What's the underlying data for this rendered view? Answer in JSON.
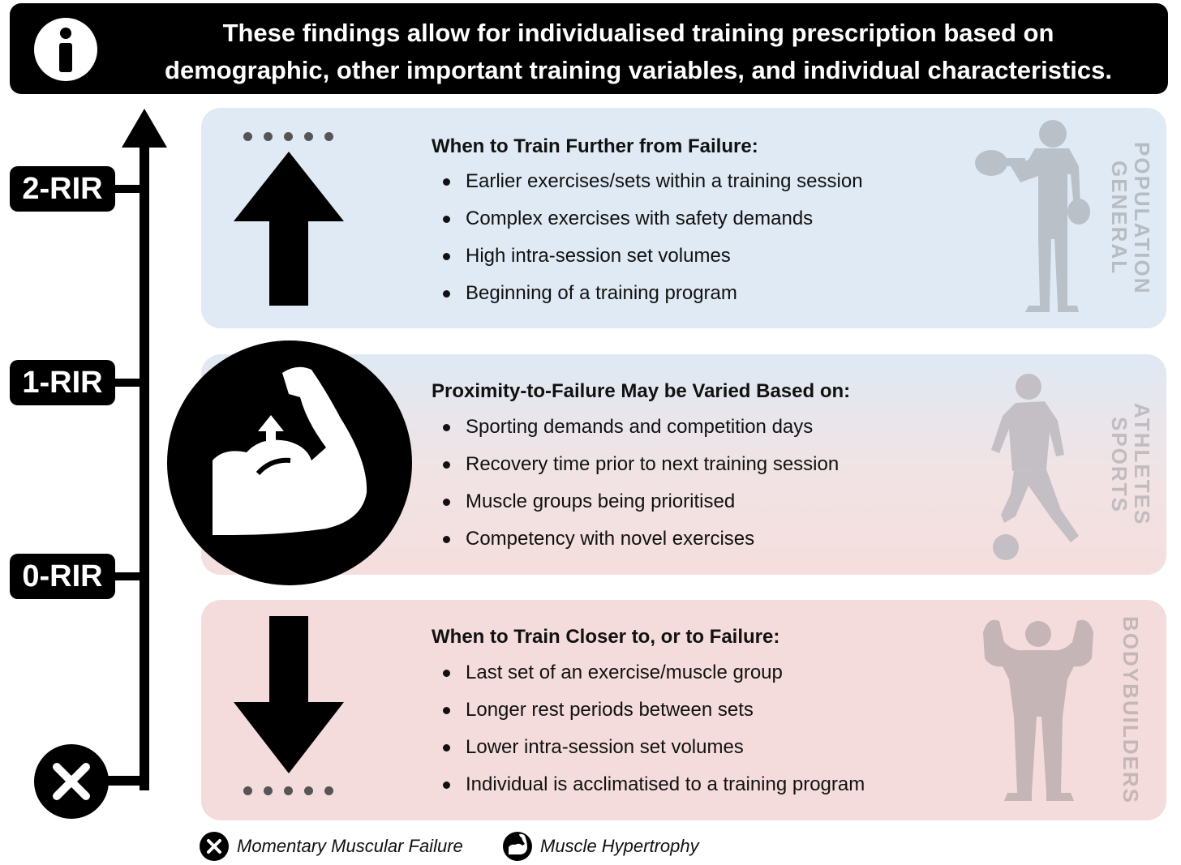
{
  "banner": {
    "icon": "info-icon",
    "line1": "These findings allow for individualised training prescription based on",
    "line2": "demographic, other important training variables, and individual characteristics."
  },
  "scale": {
    "labels": [
      "2-RIR",
      "1-RIR",
      "0-RIR"
    ],
    "failure_icon": "x-icon"
  },
  "panels": {
    "top": {
      "title": "When to Train Further from Failure:",
      "items": [
        "Earlier exercises/sets within a training session",
        "Complex exercises with safety demands",
        "High intra-session set volumes",
        "Beginning of a training program"
      ],
      "side_label_1": "GENERAL",
      "side_label_2": "POPULATION",
      "arrow": "up-arrow-icon",
      "figure": "dumbbell-lifter-silhouette"
    },
    "middle": {
      "title": "Proximity-to-Failure May be Varied Based on:",
      "items": [
        "Sporting demands and competition days",
        "Recovery time prior to next training session",
        "Muscle groups being prioritised",
        "Competency with novel exercises"
      ],
      "side_label_1": "SPORTS",
      "side_label_2": "ATHLETES",
      "icon": "flexed-bicep-icon",
      "figure": "soccer-player-silhouette"
    },
    "bottom": {
      "title": "When to Train Closer to, or to Failure:",
      "items": [
        "Last set of an exercise/muscle group",
        "Longer rest periods between sets",
        "Lower intra-session set volumes",
        "Individual is acclimatised to a training program"
      ],
      "side_label_1": "BODYBUILDERS",
      "arrow": "down-arrow-icon",
      "figure": "bodybuilder-silhouette"
    }
  },
  "legend": {
    "failure": "Momentary Muscular Failure",
    "hypertrophy": "Muscle Hypertrophy"
  }
}
